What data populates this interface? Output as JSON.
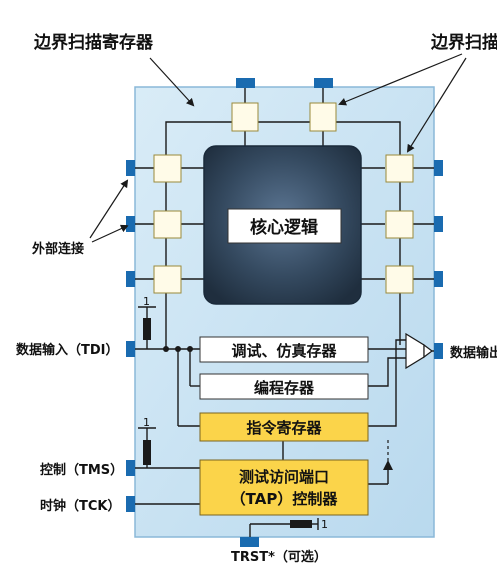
{
  "labels": {
    "bsr_top_left": "边界扫描寄存器",
    "bsr_top_right": "边界扫描",
    "external_connection": "外部连接",
    "tdi": "数据输入（TDI）",
    "tdo": "数据输出",
    "tms": "控制（TMS）",
    "tck": "时钟（TCK）",
    "trst": "TRST*（可选）",
    "pullup_tdi": "1",
    "pullup_tms": "1",
    "pullup_trst": "1"
  },
  "blocks": {
    "core_logic": "核心逻辑",
    "debug_register": "调试、仿真存器",
    "program_register": "编程存器",
    "instruction_register": "指令寄存器",
    "tap_line1": "测试访问端口",
    "tap_line2": "（TAP）控制器"
  },
  "colors": {
    "chip_fill": "#cfe6f4",
    "pin": "#1a6bb0",
    "register_yellow": "#fbd44a",
    "core_dark": "#2a3f55",
    "wire": "#1a1a1a"
  }
}
